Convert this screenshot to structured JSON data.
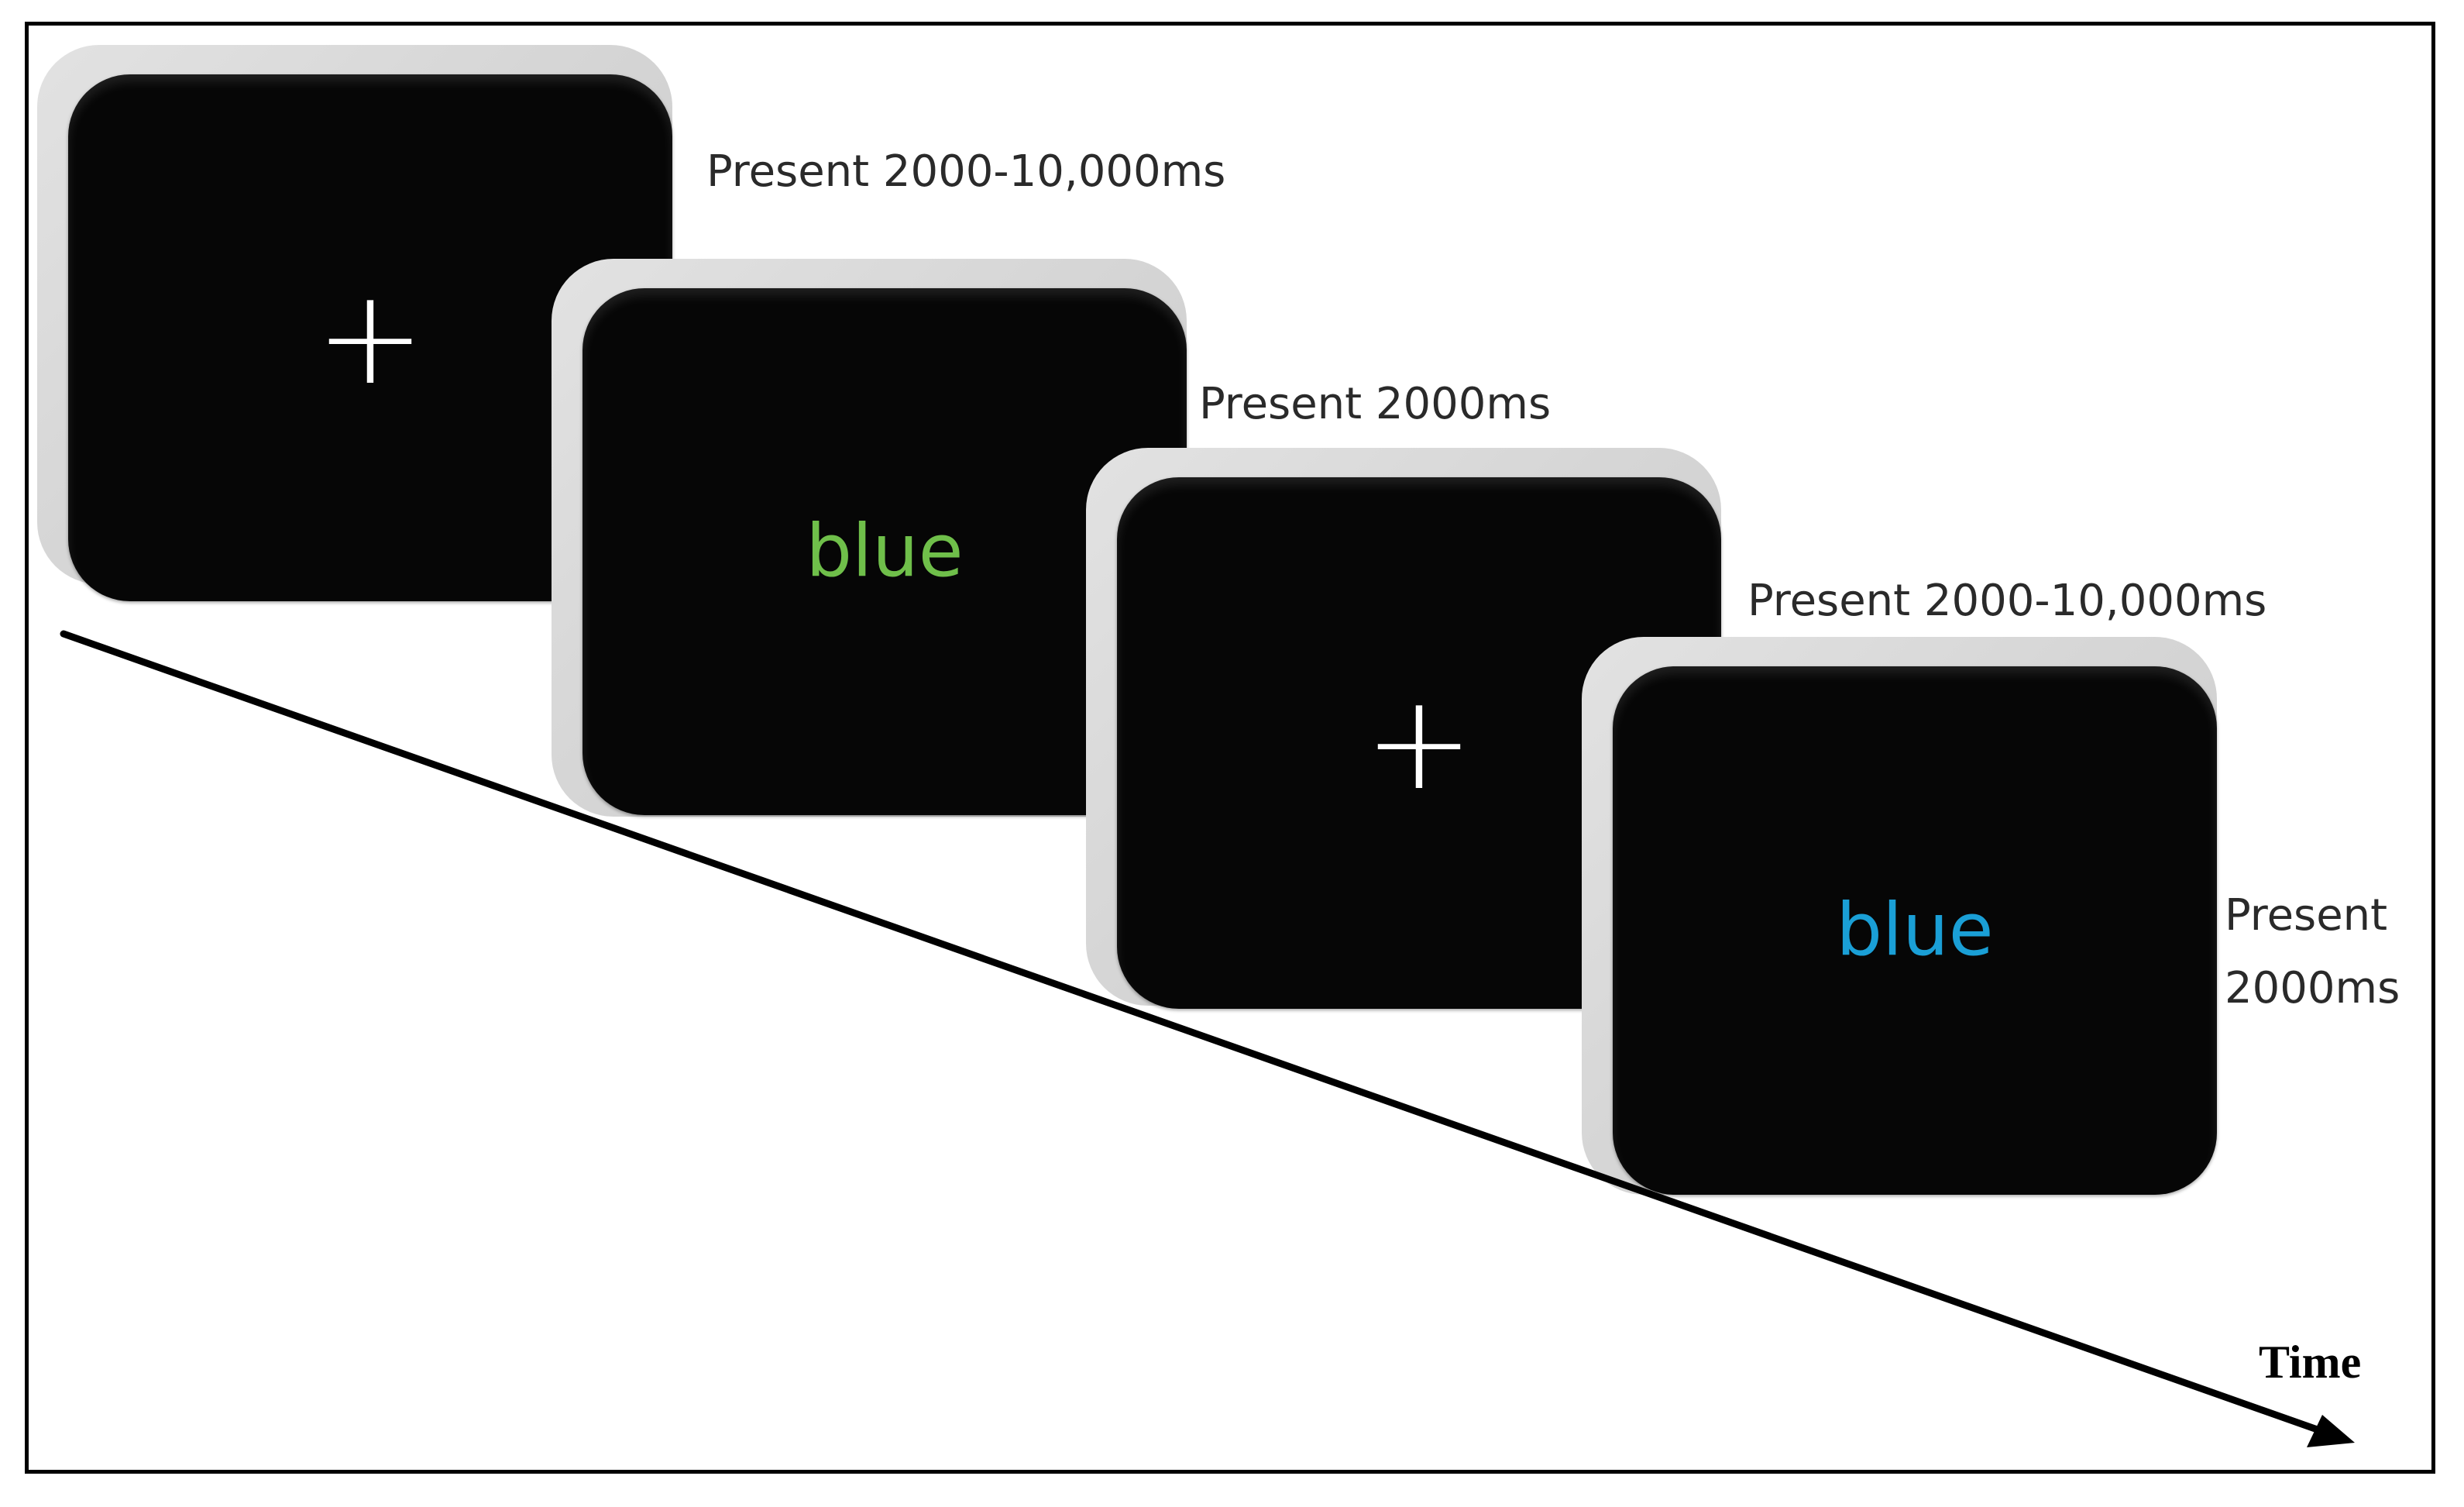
{
  "screens": [
    {
      "content": "+",
      "kind": "fixation",
      "color": "#ffffff",
      "duration_label": "Present 2000-10,000ms"
    },
    {
      "content": "blue",
      "kind": "word",
      "color": "#6fbf4a",
      "duration_label": "Present 2000ms"
    },
    {
      "content": "+",
      "kind": "fixation",
      "color": "#ffffff",
      "duration_label": "Present 2000-10,000ms"
    },
    {
      "content": "blue",
      "kind": "word",
      "color": "#1a9fd6",
      "duration_label_line1": "Present",
      "duration_label_line2": "2000ms"
    }
  ],
  "axis": {
    "label": "Time"
  },
  "colors": {
    "screen_bg": "#060606",
    "shadow": "#d6d6d6",
    "frame": "#000000"
  }
}
